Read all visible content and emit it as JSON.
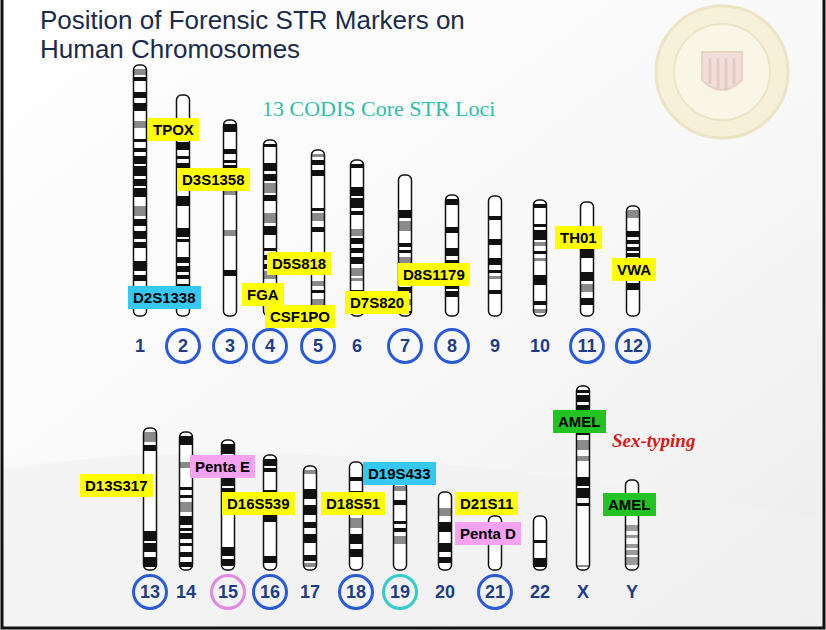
{
  "diagram": {
    "title": "Position of Forensic STR Markers on Human Chromosomes",
    "nodes": [
      {
        "text": [
          "TPOX"
        ]
      },
      {
        "text": [
          "D3S1358"
        ]
      },
      {
        "text": [
          "TH01"
        ]
      },
      {
        "text": [
          "D5S818"
        ]
      },
      {
        "text": [
          "VWA"
        ]
      },
      {
        "text": [
          "D8S1179"
        ]
      },
      {
        "text": [
          "FGA"
        ]
      },
      {
        "text": [
          "D2S1338"
        ]
      },
      {
        "text": [
          "D7S820"
        ]
      },
      {
        "text": [
          "CSF1PO"
        ]
      },
      {
        "text": [
          "2"
        ]
      },
      {
        "text": [
          "3"
        ]
      },
      {
        "text": [
          "4"
        ]
      },
      {
        "text": [
          "5"
        ]
      },
      {
        "text": [
          "7"
        ]
      },
      {
        "text": [
          "8"
        ]
      },
      {
        "text": [
          "11"
        ]
      },
      {
        "text": [
          "12"
        ]
      },
      {
        "text": [
          "AMEL"
        ]
      },
      {
        "text": [
          "Penta E"
        ]
      },
      {
        "text": [
          "D19S433"
        ]
      },
      {
        "text": [
          "D13S317"
        ]
      },
      {
        "text": [
          "D16S539"
        ]
      },
      {
        "text": [
          "D18S51"
        ]
      },
      {
        "text": [
          "D21S11"
        ]
      },
      {
        "text": [
          "AMEL"
        ]
      },
      {
        "text": [
          "Penta D"
        ]
      },
      {
        "text": [
          "13"
        ]
      },
      {
        "text": [
          "15"
        ]
      },
      {
        "text": [
          "16"
        ]
      },
      {
        "text": [
          "18"
        ]
      },
      {
        "text": [
          "19"
        ]
      },
      {
        "text": [
          "21"
        ]
      }
    ],
    "labels": [
      "13 CODIS Core STR Loci",
      "1",
      "6",
      "9",
      "10",
      "Sex-typing",
      "14",
      "17",
      "20",
      "22",
      "X",
      "Y"
    ]
  }
}
